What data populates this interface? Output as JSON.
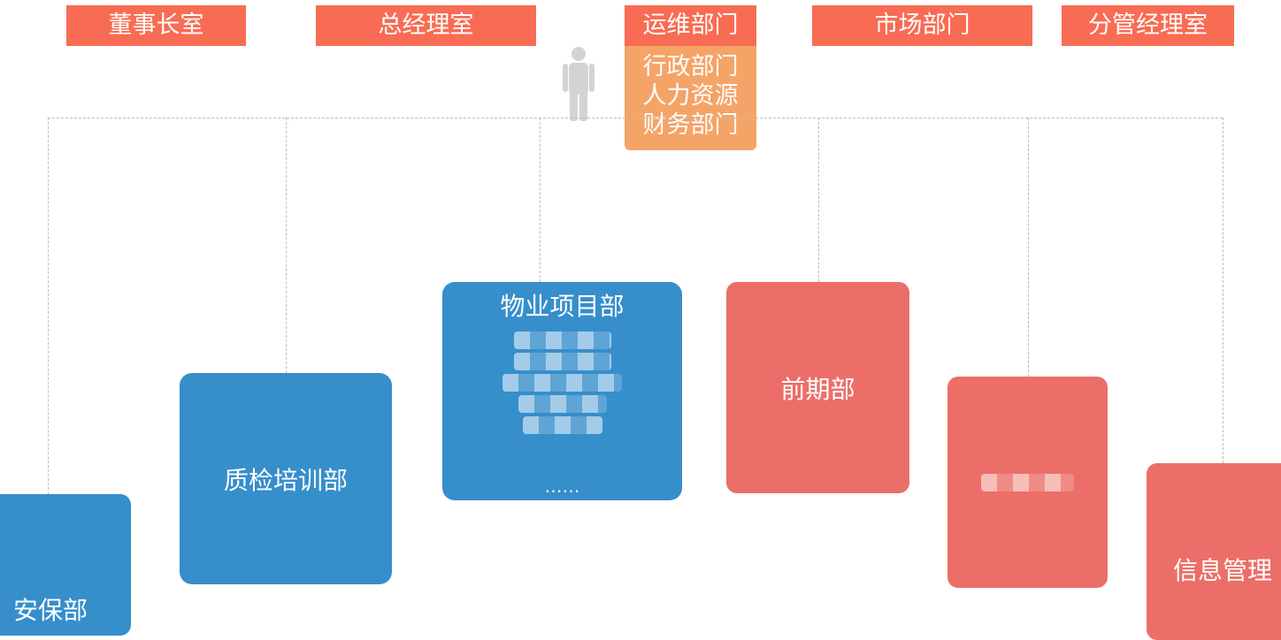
{
  "top_tabs": [
    "董事长室",
    "总经理室",
    "运维部门",
    "市场部门",
    "分管经理室"
  ],
  "sub_panel_items": [
    "行政部门",
    "人力资源",
    "财务部门"
  ],
  "departments": {
    "security": "安保部",
    "quality": "质检培训部",
    "property": "物业项目部",
    "property_more": "……",
    "preliminary": "前期部",
    "info": "信息管理"
  },
  "colors": {
    "tab": "#f86c53",
    "sub_panel": "#f5a468",
    "blue_dept": "#368ecb",
    "red_dept": "#ec6e68",
    "connector": "#bdbdbd"
  },
  "icons": [
    "person-icon"
  ]
}
